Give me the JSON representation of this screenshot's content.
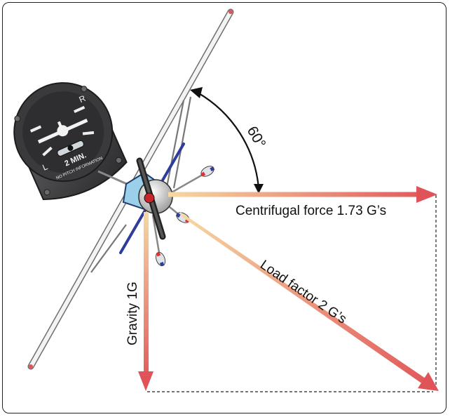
{
  "angle_label": "60°",
  "forces": {
    "centrifugal": "Centrifugal force 1.73 G’s",
    "load_factor": "Load factor 2 G’s",
    "gravity": "Gravity 1G"
  },
  "indicator": {
    "time_label": "2 MIN.",
    "left_label": "L",
    "right_label": "R",
    "info_text": "NO PITCH INFORMATION"
  },
  "colors": {
    "arrow_start": "#f4cf95",
    "arrow_end": "#e05358",
    "instrument_body": "#3c3c3e",
    "fuselage": "#9ad0ea",
    "wing_stripe": "#2f3d9a"
  }
}
